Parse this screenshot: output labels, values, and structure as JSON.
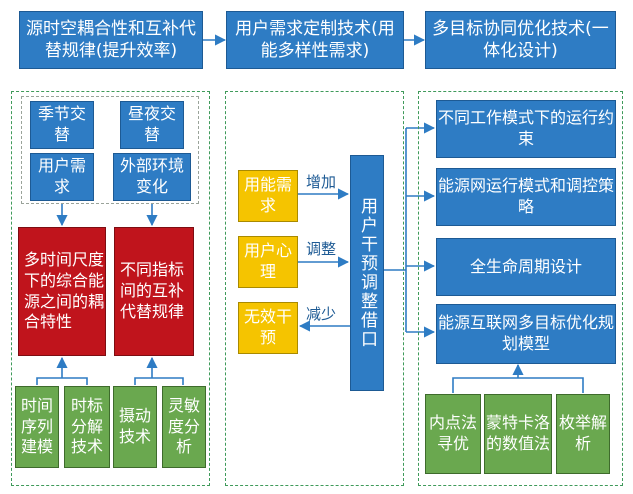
{
  "top_row": {
    "box1": "源时空耦合性和互补代替规律(提升效率)",
    "box2": "用户需求定制技术(用能多样性需求)",
    "box3": "多目标协同优化技术(一体化设计)"
  },
  "left_panel": {
    "factors": [
      "季节交替",
      "昼夜交替",
      "用户需求",
      "外部环境变化"
    ],
    "coupling": "多时间尺度下的综合能源之间的耦合特性",
    "complement": "不同指标间的互补代替规律",
    "methods": [
      "时间序列建模",
      "时标分解技术",
      "摄动技术",
      "灵敏度分析"
    ]
  },
  "middle_panel": {
    "inputs": [
      {
        "label": "用能需求",
        "verb": "增加"
      },
      {
        "label": "用户心理",
        "verb": "调整"
      },
      {
        "label": "无效干预",
        "verb": "减少"
      }
    ],
    "interface": "用户干预调整借口"
  },
  "right_panel": {
    "items": [
      "不同工作模式下的运行约束",
      "能源网运行模式和调控策略",
      "全生命周期设计",
      "能源互联网多目标优化规划模型"
    ],
    "methods": [
      "内点法寻优",
      "蒙特卡洛的数值法",
      "枚举解析"
    ]
  },
  "colors": {
    "blue": "#2e7cc4",
    "red": "#c0141c",
    "green": "#6aa84f",
    "yellow": "#f5c400",
    "dash": "#3f9a5a"
  }
}
